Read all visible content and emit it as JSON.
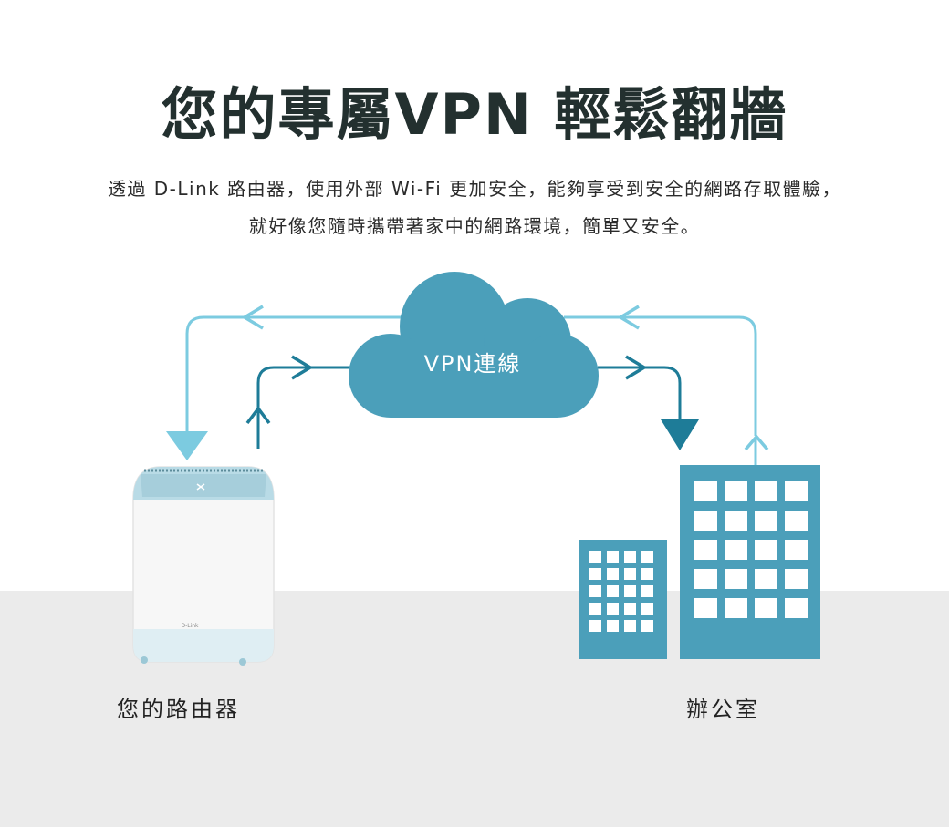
{
  "title": "您的專屬VPN 輕鬆翻牆",
  "description": {
    "line1": "透過 D-Link 路由器，使用外部 Wi-Fi 更加安全，能夠享受到安全的網路存取體驗，",
    "line2": "就好像您隨時攜帶著家中的網路環境，簡單又安全。"
  },
  "diagram": {
    "cloud_label": "VPN連線",
    "router_label": "您的路由器",
    "router_brand": "D-Link",
    "office_label": "辦公室",
    "colors": {
      "light_line": "#7ccbe0",
      "dark_line": "#1e7c98",
      "cloud": "#4b9fba",
      "building": "#4b9fba",
      "bottom_band": "#ebebeb",
      "title_text": "#23302f"
    },
    "icons": [
      "cloud-icon",
      "router-icon",
      "office-buildings-icon",
      "arrow-icon"
    ]
  }
}
